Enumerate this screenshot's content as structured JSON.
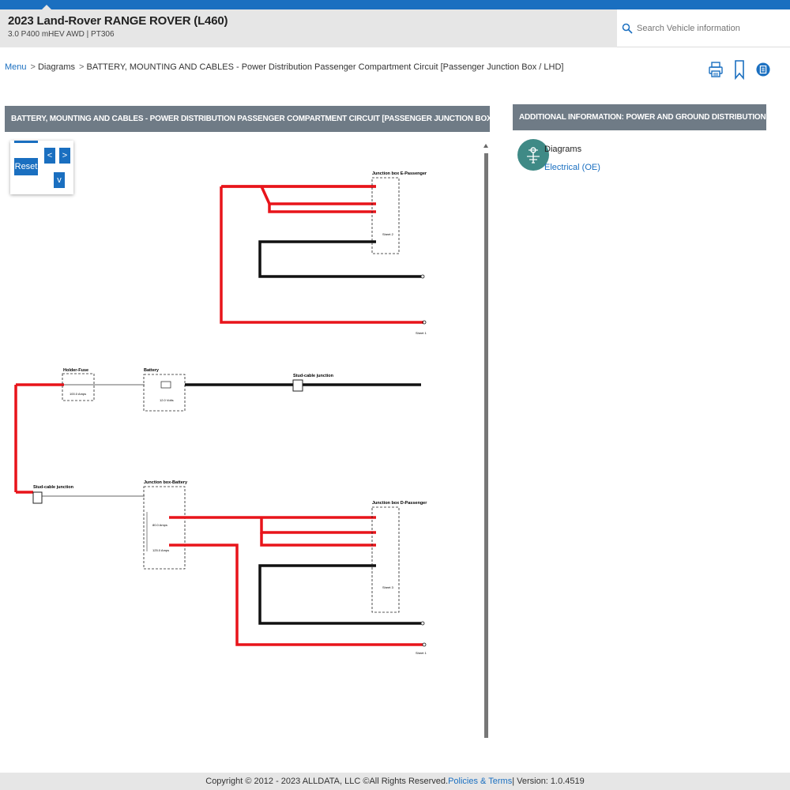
{
  "vehicle": {
    "title": "2023 Land-Rover RANGE ROVER (L460)",
    "subtitle": "3.0 P400 mHEV AWD | PT306"
  },
  "search": {
    "placeholder": "Search Vehicle information"
  },
  "breadcrumb": {
    "menu": "Menu",
    "diagrams": "Diagrams",
    "current": "BATTERY, MOUNTING AND CABLES - Power Distribution Passenger Compartment Circuit [Passenger Junction Box / LHD]"
  },
  "toolbar": {
    "print_icon": "printer-icon",
    "bookmark_icon": "bookmark-icon",
    "document_icon": "document-icon"
  },
  "main_panel": {
    "title": "BATTERY, MOUNTING AND CABLES - POWER DISTRIBUTION PASSENGER COMPARTMENT CIRCUIT [PASSENGER JUNCTION BOX / LHD]",
    "controls": {
      "reset": "Reset",
      "left": "<",
      "right": ">",
      "down": "v"
    }
  },
  "diagram": {
    "labels": {
      "jb_e": "Junction box E-Passenger",
      "jb_d": "Junction box D-Passenger",
      "holder_fuse": "Holder-Fuse",
      "battery": "Battery",
      "stud_top": "Stud-cable junction",
      "stud_left": "Stud-cable junction",
      "jb_battery": "Junction box-Battery",
      "battery_rating": "12.0 Volts",
      "fuse_main": "100.0 Amps",
      "sheet_2": "Sheet 2",
      "sheet_1a": "Sheet 1",
      "sheet_1b": "Sheet 1",
      "sheet_3": "Sheet 3",
      "fuse_a": "80.0 Amps",
      "fuse_b": "125.0 Amps"
    },
    "colors": {
      "power": "#e8141a",
      "ground": "#111111",
      "line": "#333333"
    }
  },
  "side_panel": {
    "title": "ADDITIONAL INFORMATION: POWER AND GROUND DISTRIBUTION",
    "item_title": "Diagrams",
    "item_link": "Electrical (OE)"
  },
  "footer": {
    "copyright": "Copyright © 2012 - 2023 ALLDATA, LLC ©All Rights Reserved.",
    "policies": "Policies & Terms",
    "version": " | Version: 1.0.4519"
  }
}
